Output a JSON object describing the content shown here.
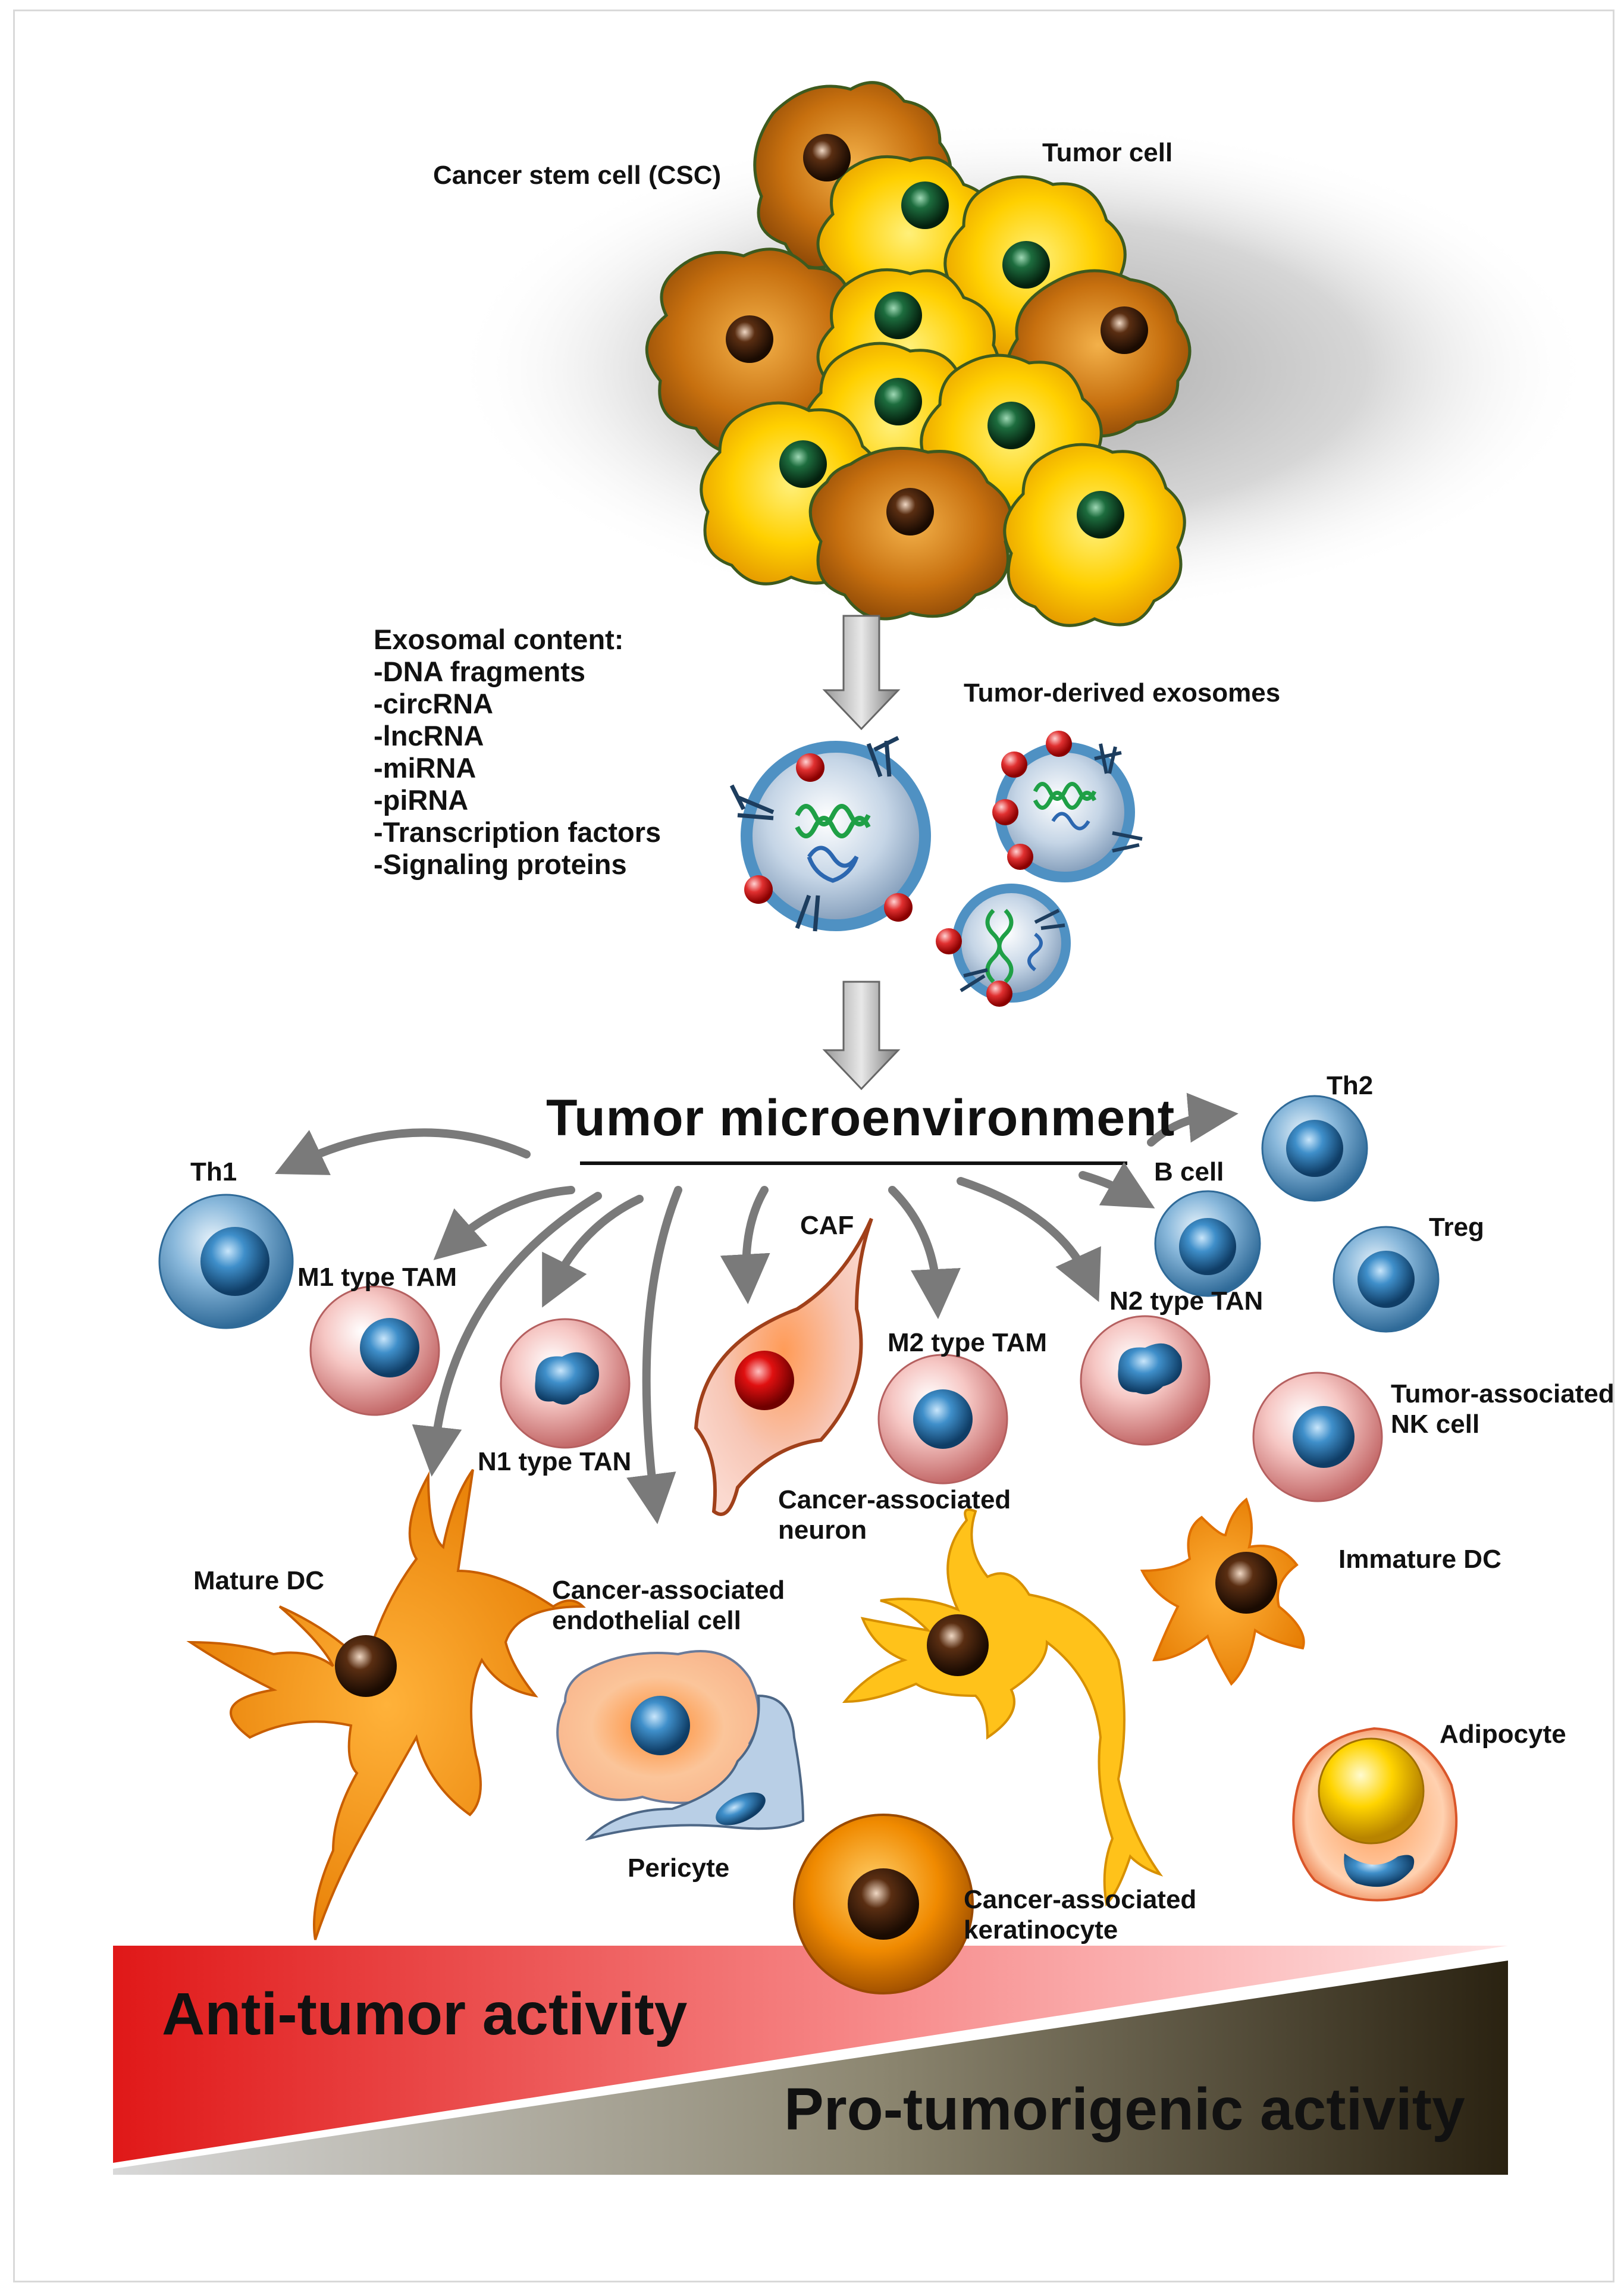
{
  "labels": {
    "cancer_stem_cell": "Cancer stem cell (CSC)",
    "tumor_cell": "Tumor cell",
    "exosomal_content_title": "Exosomal content:",
    "tumor_derived_exosomes": "Tumor-derived exosomes",
    "tumor_microenvironment": "Tumor microenvironment",
    "th1": "Th1",
    "th2": "Th2",
    "b_cell": "B cell",
    "treg": "Treg",
    "m1_tam": "M1 type TAM",
    "n1_tan": "N1 type TAN",
    "caf": "CAF",
    "m2_tam": "M2 type TAM",
    "n2_tan": "N2 type TAN",
    "nk_cell_1": "Tumor-associated",
    "nk_cell_2": "NK cell",
    "mature_dc": "Mature DC",
    "immature_dc": "Immature DC",
    "cancer_neuron_1": "Cancer-associated",
    "cancer_neuron_2": "neuron",
    "endothelial_1": "Cancer-associated",
    "endothelial_2": "endothelial cell",
    "pericyte": "Pericyte",
    "adipocyte": "Adipocyte",
    "keratinocyte_1": "Cancer-associated",
    "keratinocyte_2": "keratinocyte",
    "anti_tumor": "Anti-tumor activity",
    "pro_tumor": "Pro-tumorigenic activity"
  },
  "exosomal_content": [
    "-DNA fragments",
    "-circRNA",
    "-lncRNA",
    "-miRNA",
    "-piRNA",
    "-Transcription factors",
    "-Signaling proteins"
  ],
  "colors": {
    "tumor_yellow": "#f7b800",
    "csc_brown": "#b8660d",
    "lymphocyte_blue": "#3b7fb4",
    "macrophage_pink": "#f0b3b3",
    "anti_red": "#e01c1c",
    "pro_dark": "#2e2615"
  }
}
